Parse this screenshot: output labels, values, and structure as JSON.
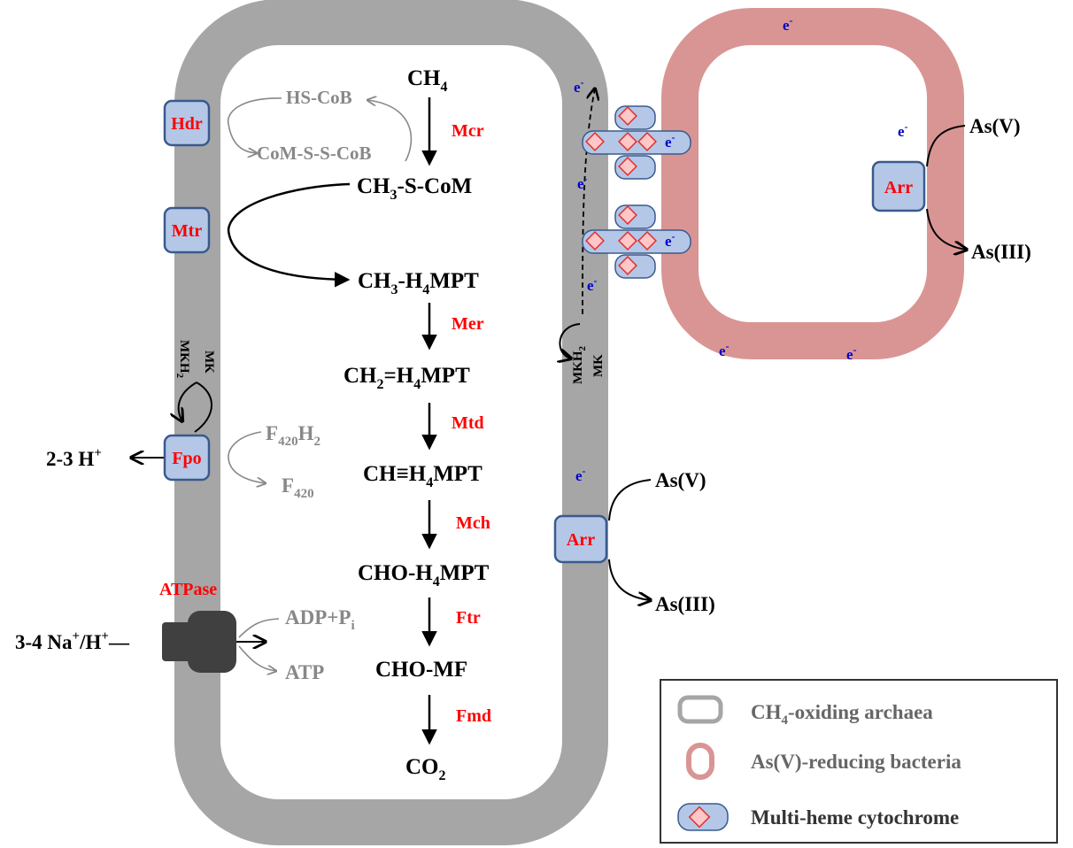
{
  "pathway": {
    "ch4": "CH",
    "ch4_sub": "4",
    "ch3_scom": [
      "CH",
      "3",
      "-S-CoM"
    ],
    "ch3_h4mpt": [
      "CH",
      "3",
      "-H",
      "4",
      "MPT"
    ],
    "ch2_h4mpt": [
      "CH",
      "2",
      "=H",
      "4",
      "MPT"
    ],
    "ch_h4mpt": [
      "CH≡H",
      "4",
      "MPT"
    ],
    "cho_h4mpt": [
      "CHO-H",
      "4",
      "MPT"
    ],
    "cho_mf": "CHO-MF",
    "co2": [
      "CO",
      "2"
    ]
  },
  "enzymes": {
    "mcr": "Mcr",
    "mer": "Mer",
    "mtd": "Mtd",
    "mch": "Mch",
    "ftr": "Ftr",
    "fmd": "Fmd",
    "atpase": "ATPase"
  },
  "membrane_complexes": {
    "hdr": "Hdr",
    "mtr": "Mtr",
    "fpo": "Fpo",
    "arr_archaea": "Arr",
    "arr_bacteria": "Arr"
  },
  "cofactors": {
    "hs_cob": "HS-CoB",
    "com_s_s_cob": "CoM-S-S-CoB",
    "f420h2": [
      "F",
      "420",
      "H",
      "2"
    ],
    "f420": [
      "F",
      "420"
    ],
    "adp_pi": [
      "ADP+P",
      "i"
    ],
    "atp": "ATP",
    "mk": "MK",
    "mkh2": [
      "MKH",
      "2"
    ]
  },
  "ions": {
    "h_out": [
      "2-3 H",
      "+"
    ],
    "na_h_in": [
      "3-4 Na",
      "+",
      "/H",
      "+",
      "—"
    ]
  },
  "arsenic": {
    "as5": "As(V)",
    "as3": "As(III)"
  },
  "electron": [
    "e",
    "-"
  ],
  "legend": {
    "archaea_label": [
      "CH",
      "4",
      "-oxiding archaea"
    ],
    "bacteria_label": "As(V)-reducing bacteria",
    "cytochrome_label": "Multi-heme cytochrome"
  },
  "colors": {
    "archaea_membrane": "#a6a6a6",
    "bacteria_membrane": "#d99594",
    "complex_fill": "#b4c7e7",
    "complex_stroke": "#3a5a8c",
    "enzyme_text": "#ff0000",
    "electron_text": "#0000cc",
    "cofactor_text": "#888888",
    "atpase": "#404040"
  }
}
